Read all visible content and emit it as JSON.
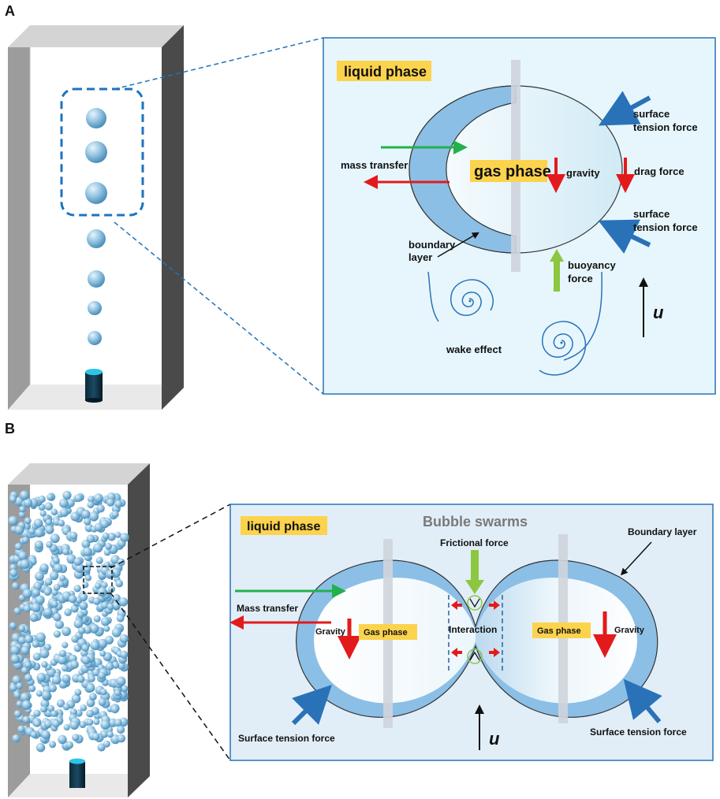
{
  "panel_a": {
    "letter": "A",
    "liquid_phase": "liquid phase",
    "gas_phase": "gas phase",
    "mass_transfer": "mass transfer",
    "gravity": "gravity",
    "drag_force": "drag force",
    "surface_tension_top_1": "surface",
    "surface_tension_top_2": "tension force",
    "surface_tension_bottom_1": "surface",
    "surface_tension_bottom_2": "tension force",
    "boundary_layer_1": "boundary",
    "boundary_layer_2": "layer",
    "buoyancy_1": "buoyancy",
    "buoyancy_2": "force",
    "wake_effect": "wake effect",
    "velocity": "u"
  },
  "panel_b": {
    "letter": "B",
    "liquid_phase": "liquid phase",
    "title": "Bubble swarms",
    "frictional_force": "Frictional force",
    "boundary_layer": "Boundary layer",
    "mass_transfer": "Mass transfer",
    "gravity_left": "Gravity",
    "gas_phase_left": "Gas phase",
    "interaction": "Interaction",
    "gas_phase_right": "Gas phase",
    "gravity_right": "Gravity",
    "surface_tension_left": "Surface tension force",
    "surface_tension_right": "Surface tension force",
    "velocity": "u"
  },
  "colors": {
    "panel_bg_a": "#e6f6fc",
    "panel_bg_b": "#e1eef8",
    "label_bg": "#fcd34d",
    "bubble_ring": "#8cbfe6",
    "arrow_red": "#e31a1c",
    "arrow_green": "#22b14c",
    "arrow_blue": "#2a72b8",
    "buoyancy_green": "#8dc63f"
  }
}
